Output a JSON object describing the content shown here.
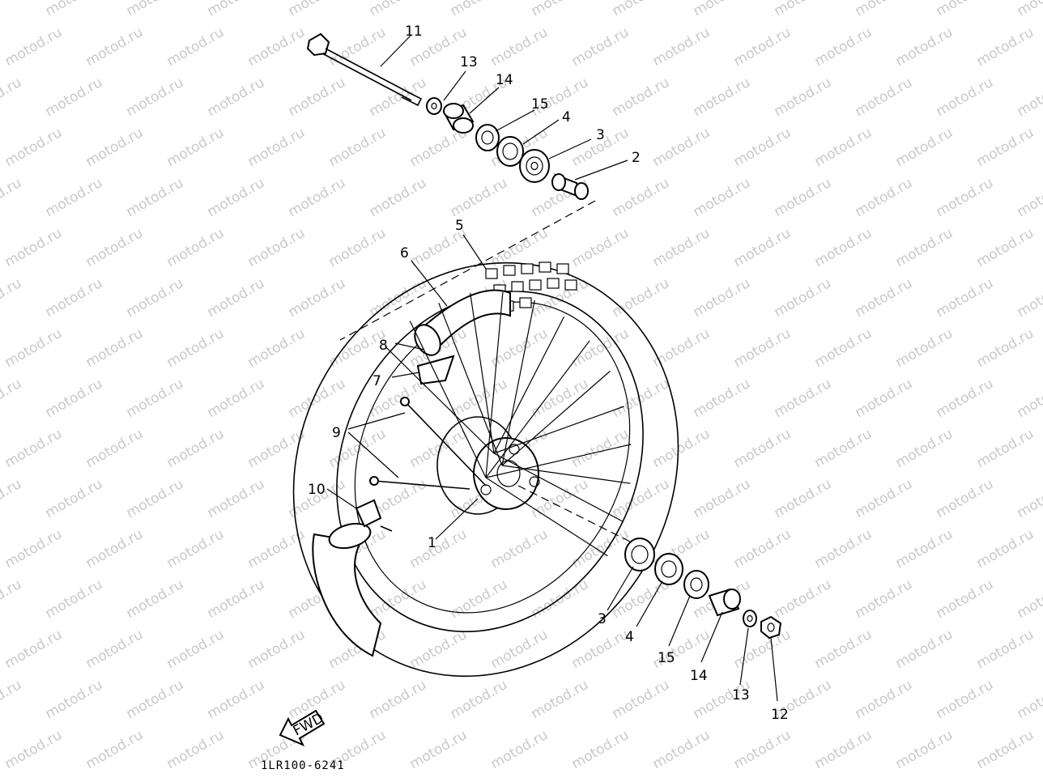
{
  "watermark": "motod.ru",
  "diagram_code": "1LR100-6241",
  "fwd_label": "FWD",
  "callouts": [
    {
      "id": "c11a",
      "text": "11"
    },
    {
      "id": "c13a",
      "text": "13"
    },
    {
      "id": "c14a",
      "text": "14"
    },
    {
      "id": "c15a",
      "text": "15"
    },
    {
      "id": "c4a",
      "text": "4"
    },
    {
      "id": "c3a",
      "text": "3"
    },
    {
      "id": "c2",
      "text": "2"
    },
    {
      "id": "c5",
      "text": "5"
    },
    {
      "id": "c6",
      "text": "6"
    },
    {
      "id": "c8",
      "text": "8"
    },
    {
      "id": "c7",
      "text": "7"
    },
    {
      "id": "c9",
      "text": "9"
    },
    {
      "id": "c10",
      "text": "10"
    },
    {
      "id": "c1",
      "text": "1"
    },
    {
      "id": "c3b",
      "text": "3"
    },
    {
      "id": "c4b",
      "text": "4"
    },
    {
      "id": "c15b",
      "text": "15"
    },
    {
      "id": "c14b",
      "text": "14"
    },
    {
      "id": "c13b",
      "text": "13"
    },
    {
      "id": "c12",
      "text": "12"
    }
  ]
}
